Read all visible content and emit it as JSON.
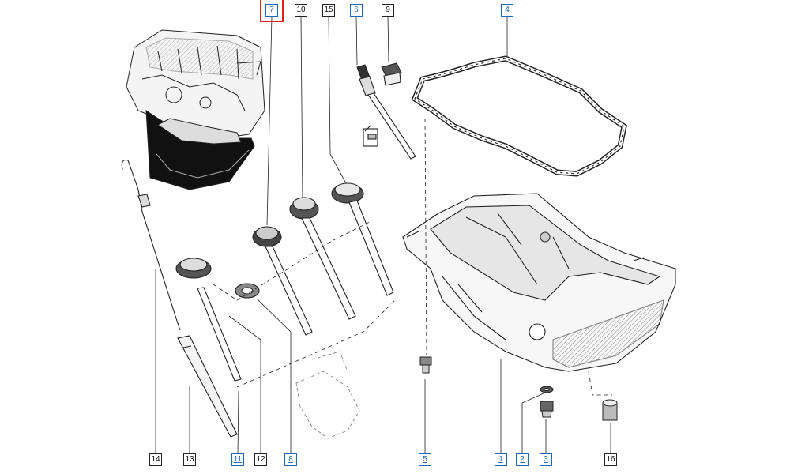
{
  "callouts": [
    {
      "id": "7",
      "linked": true,
      "highlighted": true
    },
    {
      "id": "10",
      "linked": false,
      "highlighted": false
    },
    {
      "id": "15",
      "linked": false,
      "highlighted": false
    },
    {
      "id": "6",
      "linked": true,
      "highlighted": false
    },
    {
      "id": "9",
      "linked": false,
      "highlighted": false
    },
    {
      "id": "4",
      "linked": true,
      "highlighted": false
    },
    {
      "id": "14",
      "linked": false,
      "highlighted": false
    },
    {
      "id": "13",
      "linked": false,
      "highlighted": false
    },
    {
      "id": "11",
      "linked": true,
      "highlighted": false
    },
    {
      "id": "12",
      "linked": false,
      "highlighted": false
    },
    {
      "id": "8",
      "linked": true,
      "highlighted": false
    },
    {
      "id": "5",
      "linked": true,
      "highlighted": false
    },
    {
      "id": "1",
      "linked": true,
      "highlighted": false
    },
    {
      "id": "2",
      "linked": true,
      "highlighted": false
    },
    {
      "id": "3",
      "linked": true,
      "highlighted": false
    },
    {
      "id": "16",
      "linked": false,
      "highlighted": false
    }
  ],
  "colors": {
    "line": "#222222",
    "link": "#1f66b3",
    "highlight": "#e02020"
  },
  "icons": [
    "engine-block-icon",
    "gasket-icon",
    "oil-pan-icon",
    "dipstick-icon",
    "oil-level-sensor-icon",
    "sensor-connector-icon"
  ]
}
